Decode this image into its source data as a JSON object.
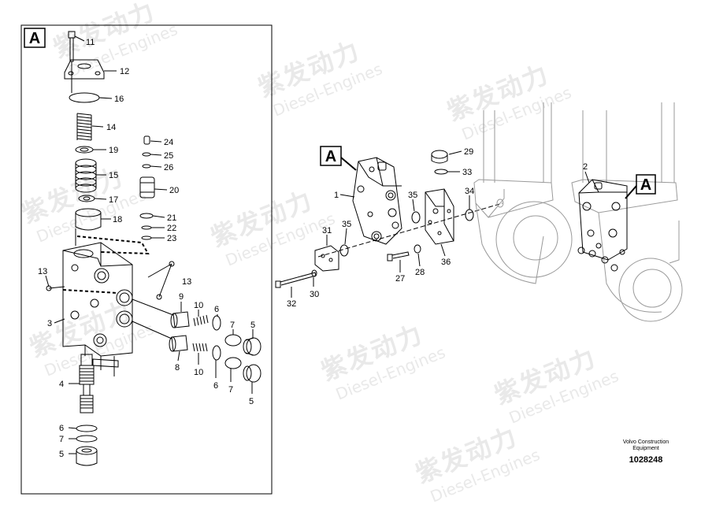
{
  "watermark": {
    "cn": "紫发动力",
    "en": "Diesel-Engines"
  },
  "view_labels": {
    "left": "A",
    "center": "A",
    "right": "A"
  },
  "left_callouts": [
    "11",
    "12",
    "16",
    "14",
    "19",
    "15",
    "17",
    "18",
    "24",
    "25",
    "26",
    "20",
    "21",
    "22",
    "23",
    "13",
    "13",
    "3",
    "9",
    "10",
    "6",
    "7",
    "5",
    "8",
    "10",
    "6",
    "7",
    "5",
    "4",
    "6",
    "7",
    "5"
  ],
  "center_callouts": [
    "1",
    "29",
    "33",
    "35",
    "34",
    "31",
    "35",
    "36",
    "27",
    "28",
    "32",
    "30"
  ],
  "right_callouts": [
    "2"
  ],
  "footer": {
    "brand_line1": "Volvo Construction",
    "brand_line2": "Equipment",
    "drawing_number": "1028248"
  },
  "colors": {
    "line": "#000000",
    "watermark": "#e9e9e9",
    "background": "#ffffff"
  }
}
